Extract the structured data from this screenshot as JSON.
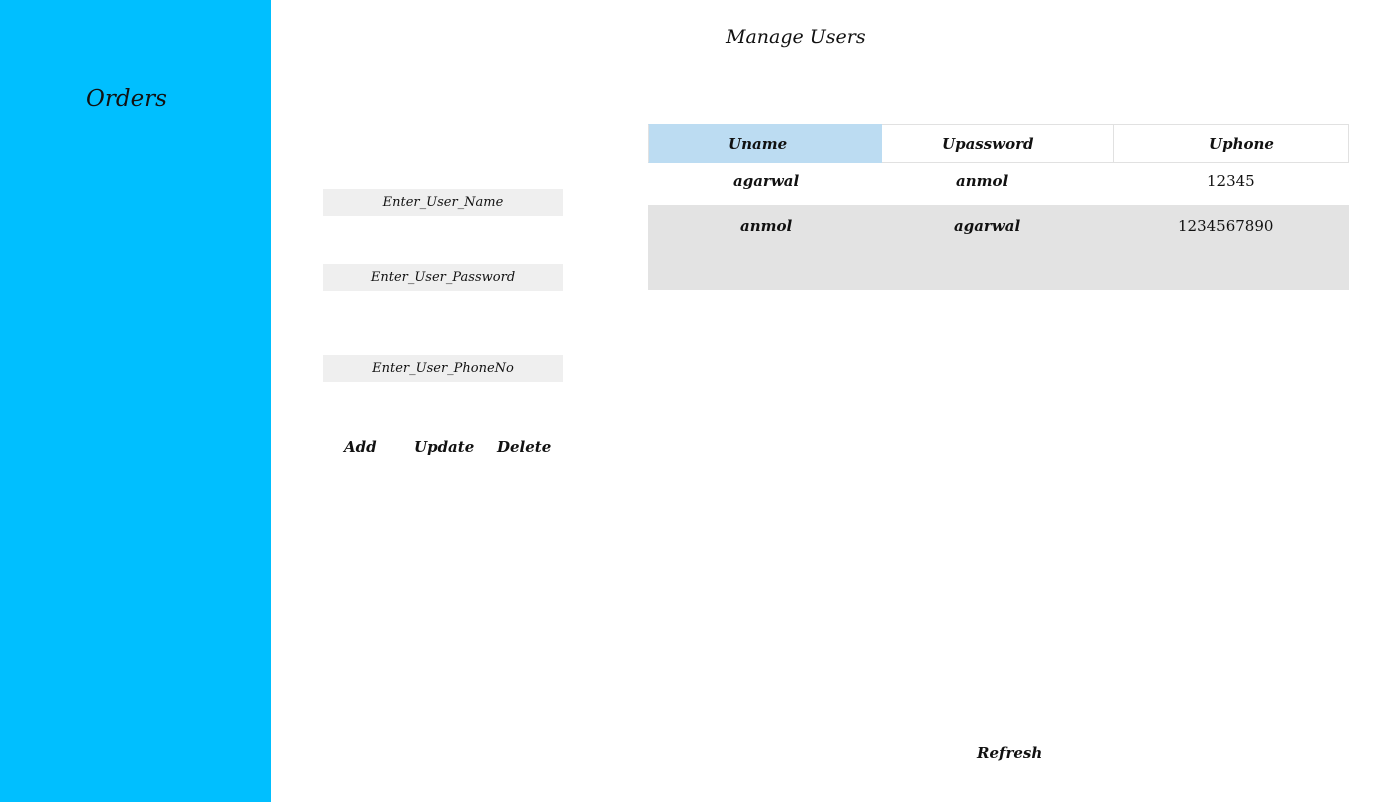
{
  "sidebar": {
    "items": [
      {
        "label": "Orders"
      }
    ]
  },
  "main": {
    "title": "Manage Users",
    "form": {
      "name_placeholder": "Enter_User_Name",
      "password_placeholder": "Enter_User_Password",
      "phone_placeholder": "Enter_User_PhoneNo"
    },
    "actions": {
      "add_label": "Add",
      "update_label": "Update",
      "delete_label": "Delete"
    },
    "grid": {
      "columns": [
        "Uname",
        "Upassword",
        "Uphone"
      ],
      "selected_column": "Uname",
      "rows": [
        [
          "agarwal",
          "anmol",
          "12345"
        ],
        [
          "anmol",
          "agarwal",
          "1234567890"
        ]
      ]
    },
    "refresh_label": "Refresh"
  },
  "colors": {
    "sidebar": "#00bfff",
    "header_selected": "#bcdcf2",
    "alt_row": "#e3e3e3",
    "field_bg": "#efefef"
  }
}
